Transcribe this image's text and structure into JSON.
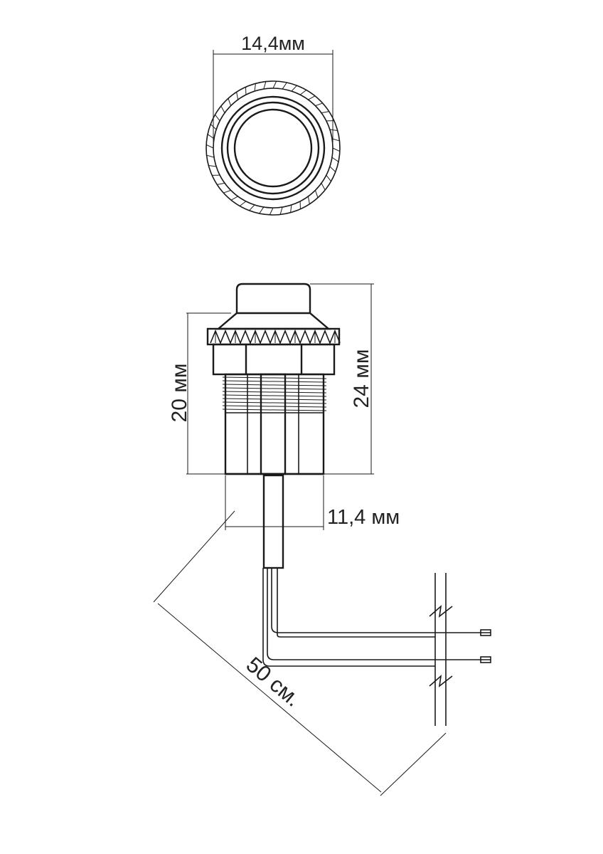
{
  "dimensions": {
    "top_diameter": "14,4мм",
    "body_height": "20 мм",
    "total_height": "24 мм",
    "thread_diameter": "11,4 мм",
    "wire_length": "50 см."
  },
  "colors": {
    "line": "#1a1a1a",
    "text": "#222222",
    "background": "#ffffff"
  }
}
